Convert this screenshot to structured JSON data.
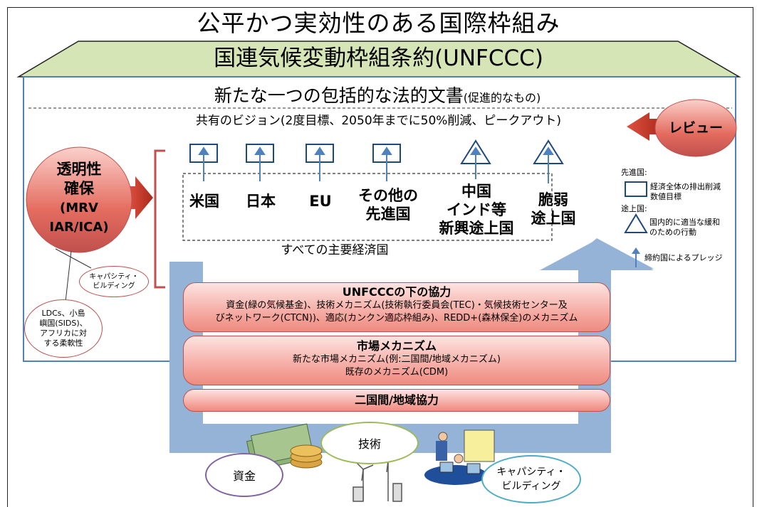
{
  "header": {
    "title": "公平かつ実効性のある国際枠組み",
    "banner": "国連気候変動枠組条約(UNFCCC)"
  },
  "doc": {
    "title": "新たな一つの包括的な法的文書",
    "subtitle": "(促進的なもの)",
    "vision": "共有のビジョン(2度目標、2050年までに50%削減、ピークアウト)"
  },
  "review": {
    "label": "レビュー"
  },
  "transparency": {
    "lines": [
      "透明性",
      "確保",
      "(MRV",
      "IAR/ICA)"
    ],
    "capacity_note": [
      "キャパシティ・",
      "ビルディング"
    ],
    "flex_note": [
      "LDCs、小島",
      "嶼国(SIDS)、",
      "アフリカに対",
      "する柔軟性"
    ]
  },
  "countries": [
    {
      "lines": [
        "米国"
      ],
      "marker": "square"
    },
    {
      "lines": [
        "日本"
      ],
      "marker": "square"
    },
    {
      "lines": [
        "EU"
      ],
      "marker": "square"
    },
    {
      "lines": [
        "その他の",
        "先進国"
      ],
      "marker": "square"
    },
    {
      "lines": [
        "中国",
        "インド等",
        "新興途上国"
      ],
      "marker": "triangle"
    },
    {
      "lines": [
        "脆弱",
        "途上国"
      ],
      "marker": "triangle"
    }
  ],
  "major_economies_label": "すべての主要経済国",
  "legend": {
    "developed_header": "先進国:",
    "developed_desc": [
      "経済全体の排出削減",
      "数値目標"
    ],
    "developing_header": "途上国:",
    "developing_desc": [
      "国内的に適当な緩和",
      "のための行動"
    ],
    "pledge_desc": "締約国によるプレッジ"
  },
  "cooperation": {
    "title": "UNFCCCの下の協力",
    "lines": [
      "資金(緑の気候基金)、技術メカニズム(技術執行委員会(TEC)・気候技術センター及",
      "びネットワーク(CTCN))、適応(カンクン適応枠組み)、REDD+(森林保全)のメカニズム"
    ]
  },
  "market": {
    "title": "市場メカニズム",
    "lines": [
      "新たな市場メカニズム(例:二国間/地域メカニズム)",
      "既存のメカニズム(CDM)"
    ]
  },
  "bilateral": {
    "title": "二国間/地域協力"
  },
  "bottom": {
    "finance": "資金",
    "technology": "技術",
    "capacity": [
      "キャパシティ・",
      "ビルディング"
    ]
  },
  "colors": {
    "banner_green": "#d6e5b5",
    "frame_blue": "#4f81bd",
    "arrow_blue": "#95b3d7",
    "pill_red": "#f4a39a",
    "review_red": "#c0504d"
  }
}
